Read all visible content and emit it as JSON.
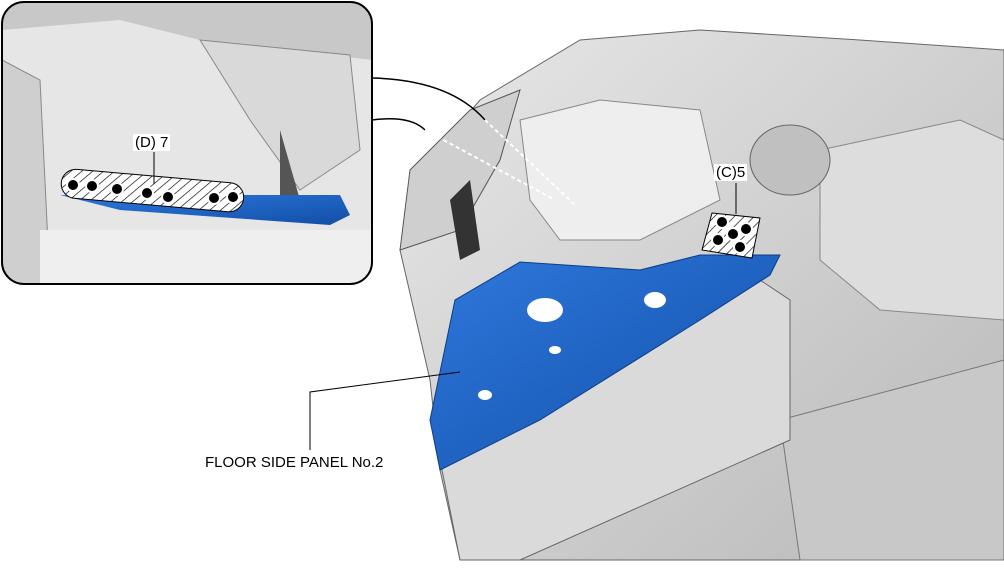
{
  "labels": {
    "inset_weld": "(D) 7",
    "main_weld": "(C)5",
    "part_name": "FLOOR SIDE PANEL No.2"
  },
  "colors": {
    "panel_blue": "#1a5fc4",
    "body_gray": "#d4d4d4",
    "outline": "#000000"
  }
}
